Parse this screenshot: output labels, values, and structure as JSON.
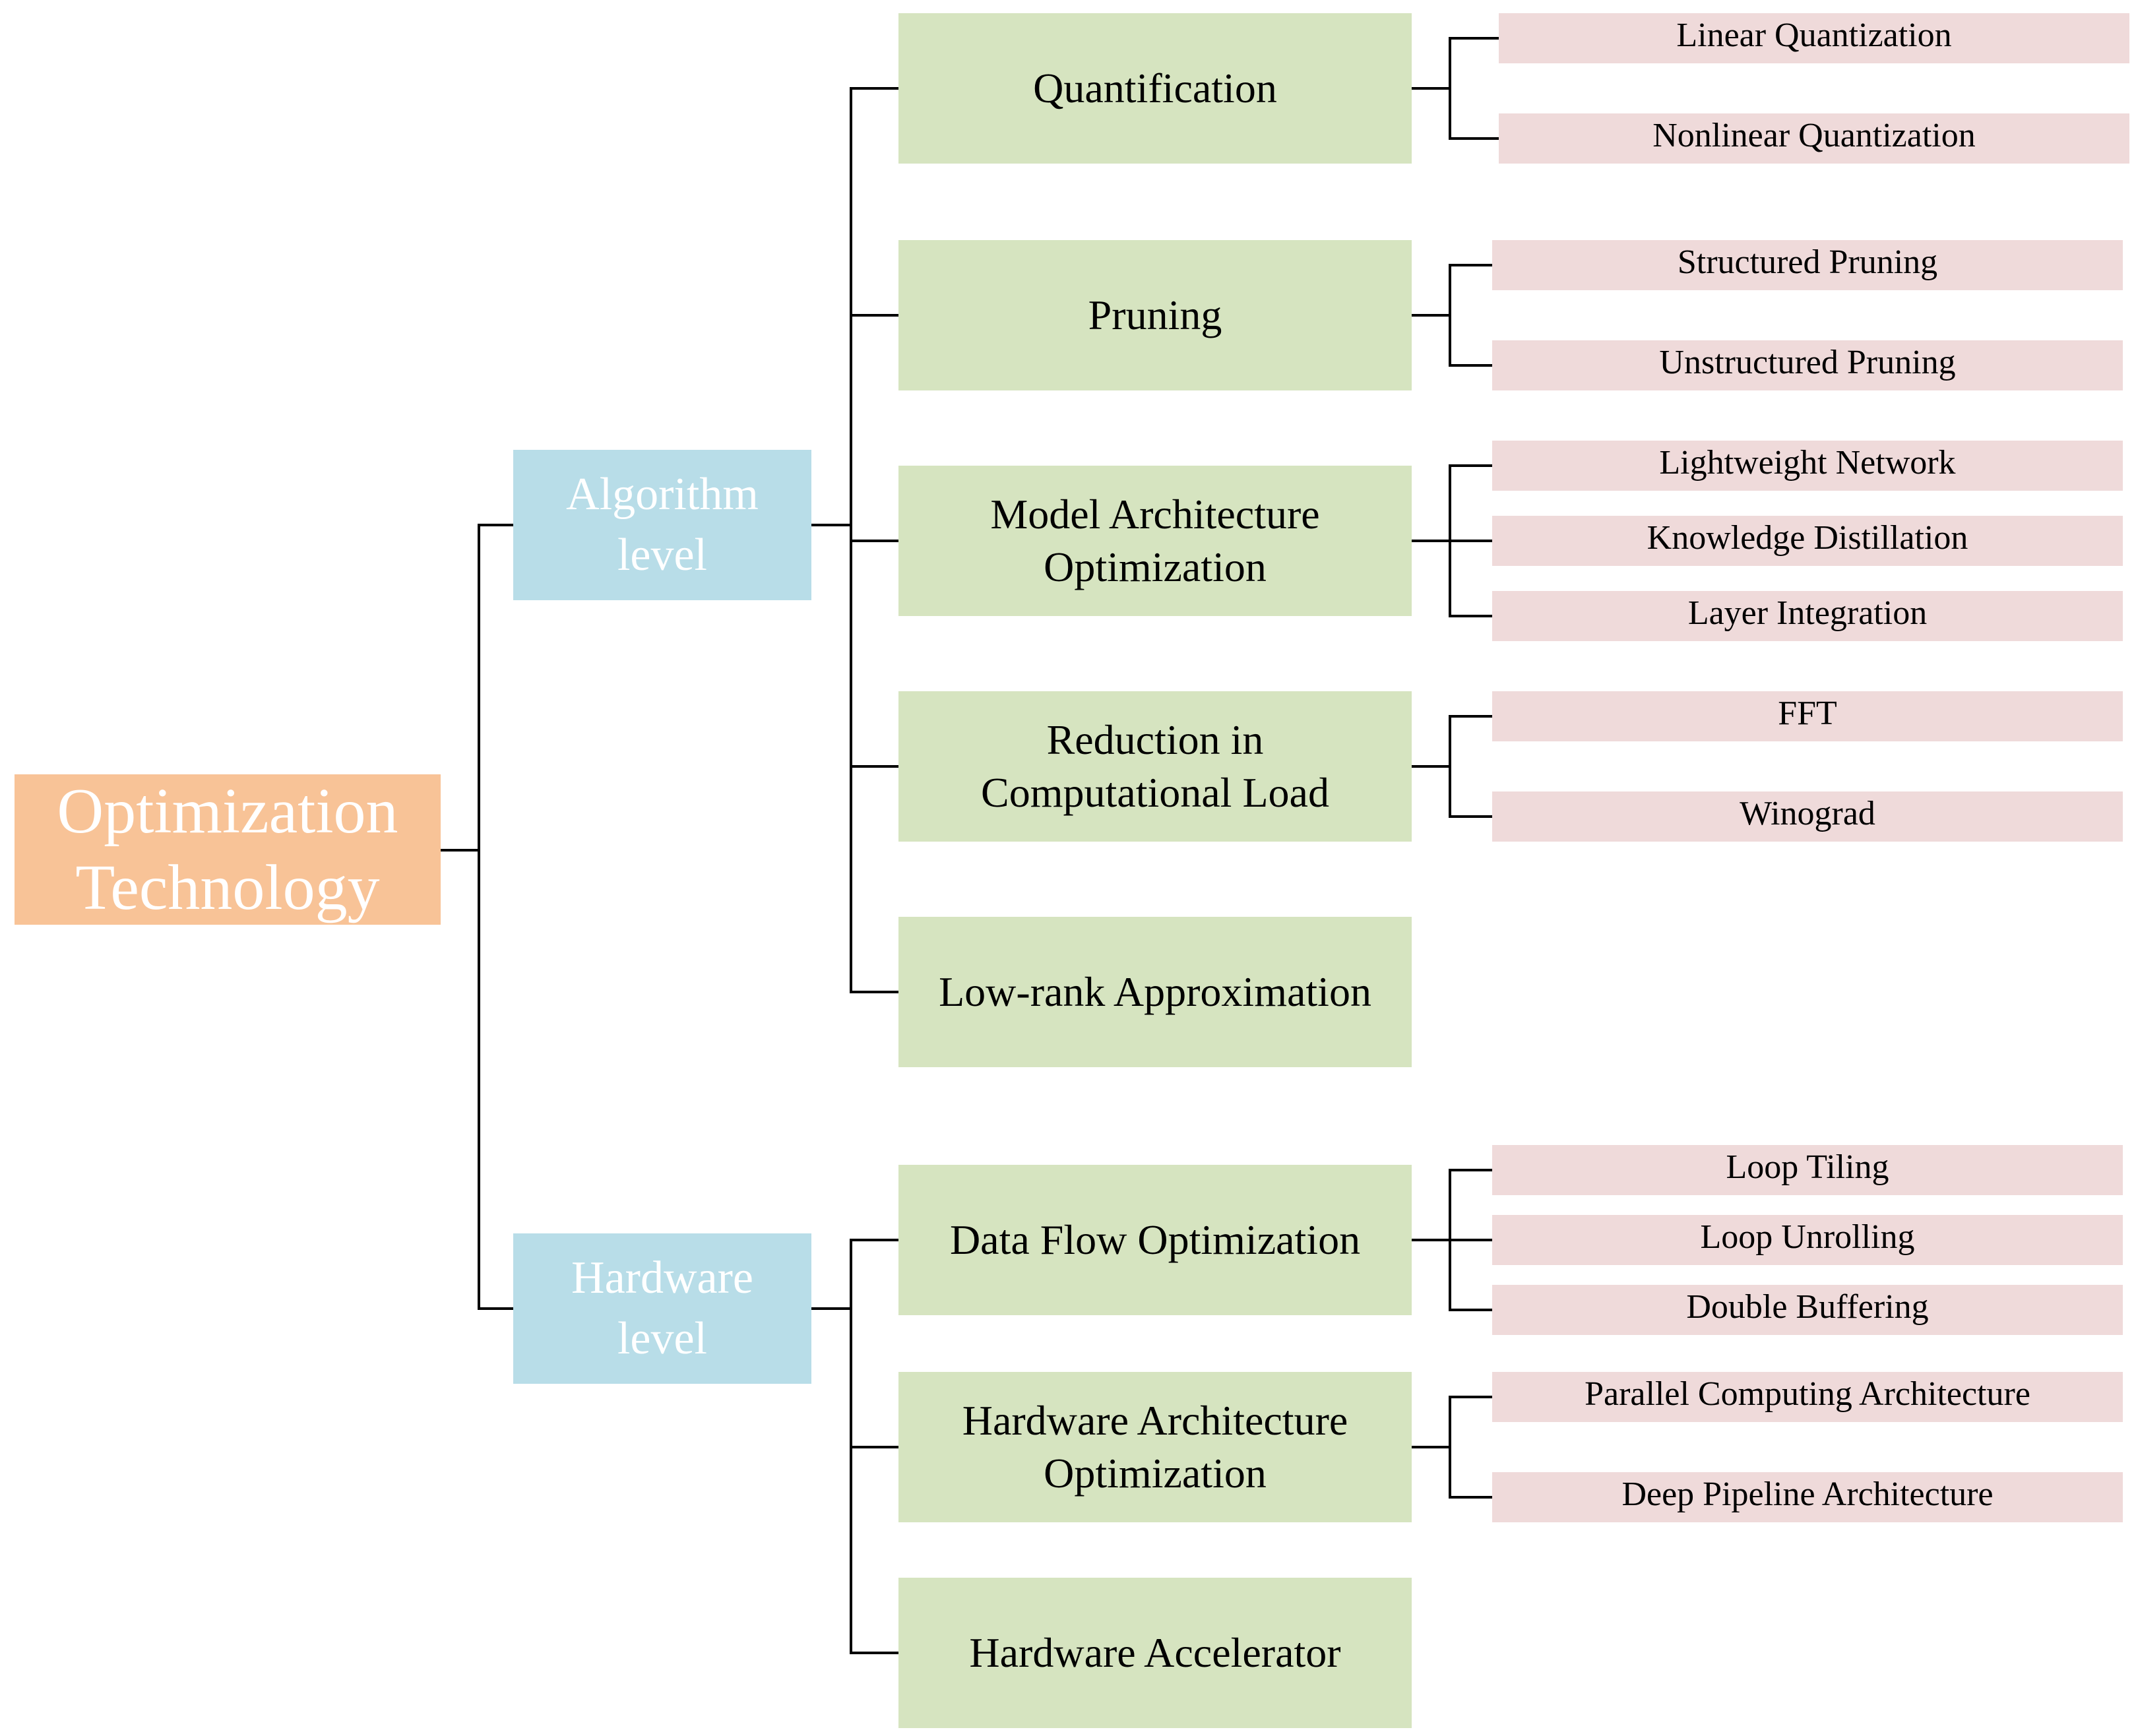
{
  "root": {
    "label": "Optimization Technology"
  },
  "levels": [
    {
      "label": "Algorithm level"
    },
    {
      "label": "Hardware level"
    }
  ],
  "categories": [
    {
      "label": "Quantification",
      "level": 0,
      "leaves": [
        "Linear Quantization",
        "Nonlinear Quantization"
      ]
    },
    {
      "label": "Pruning",
      "level": 0,
      "leaves": [
        "Structured Pruning",
        "Unstructured Pruning"
      ]
    },
    {
      "label": "Model Architecture Optimization",
      "level": 0,
      "leaves": [
        "Lightweight Network",
        "Knowledge Distillation",
        "Layer Integration"
      ]
    },
    {
      "label": "Reduction in Computational Load",
      "level": 0,
      "leaves": [
        "FFT",
        "Winograd"
      ]
    },
    {
      "label": "Low-rank Approximation",
      "level": 0,
      "leaves": []
    },
    {
      "label": "Data Flow Optimization",
      "level": 1,
      "leaves": [
        "Loop Tiling",
        "Loop Unrolling",
        "Double Buffering"
      ]
    },
    {
      "label": "Hardware Architecture Optimization",
      "level": 1,
      "leaves": [
        "Parallel Computing Architecture",
        "Deep Pipeline Architecture"
      ]
    },
    {
      "label": "Hardware Accelerator",
      "level": 1,
      "leaves": []
    }
  ],
  "colors": {
    "root": "#f8c397",
    "level": "#b8dde8",
    "category": "#d6e4c0",
    "leaf": "#efdada",
    "connector": "#000000"
  }
}
